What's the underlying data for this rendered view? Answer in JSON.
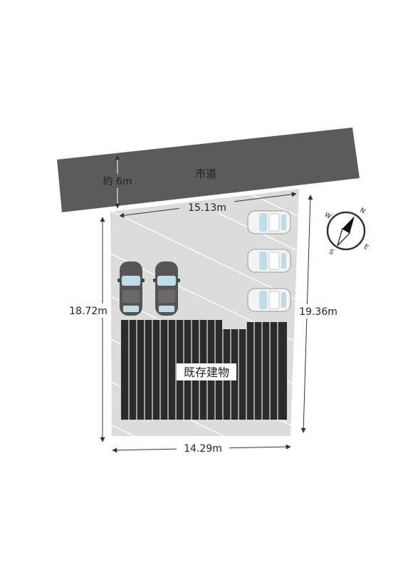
{
  "road": {
    "label": "市道",
    "width_label": "約 6m"
  },
  "dimensions": {
    "top": "15.13m",
    "left": "18.72m",
    "right": "19.36m",
    "bottom": "14.29m"
  },
  "building": {
    "label": "既存建物"
  },
  "compass": {
    "n": "N",
    "e": "E",
    "s": "S",
    "w": "W"
  },
  "colors": {
    "road": "#5b5b5b",
    "lot": "#dcdcdc",
    "building": "#2b2b2b",
    "building_stripe": "#ffffff",
    "dimension_line": "#333333",
    "car_dark": "#555555",
    "car_light": "#f4f4f4",
    "glass": "#bfdde8"
  }
}
